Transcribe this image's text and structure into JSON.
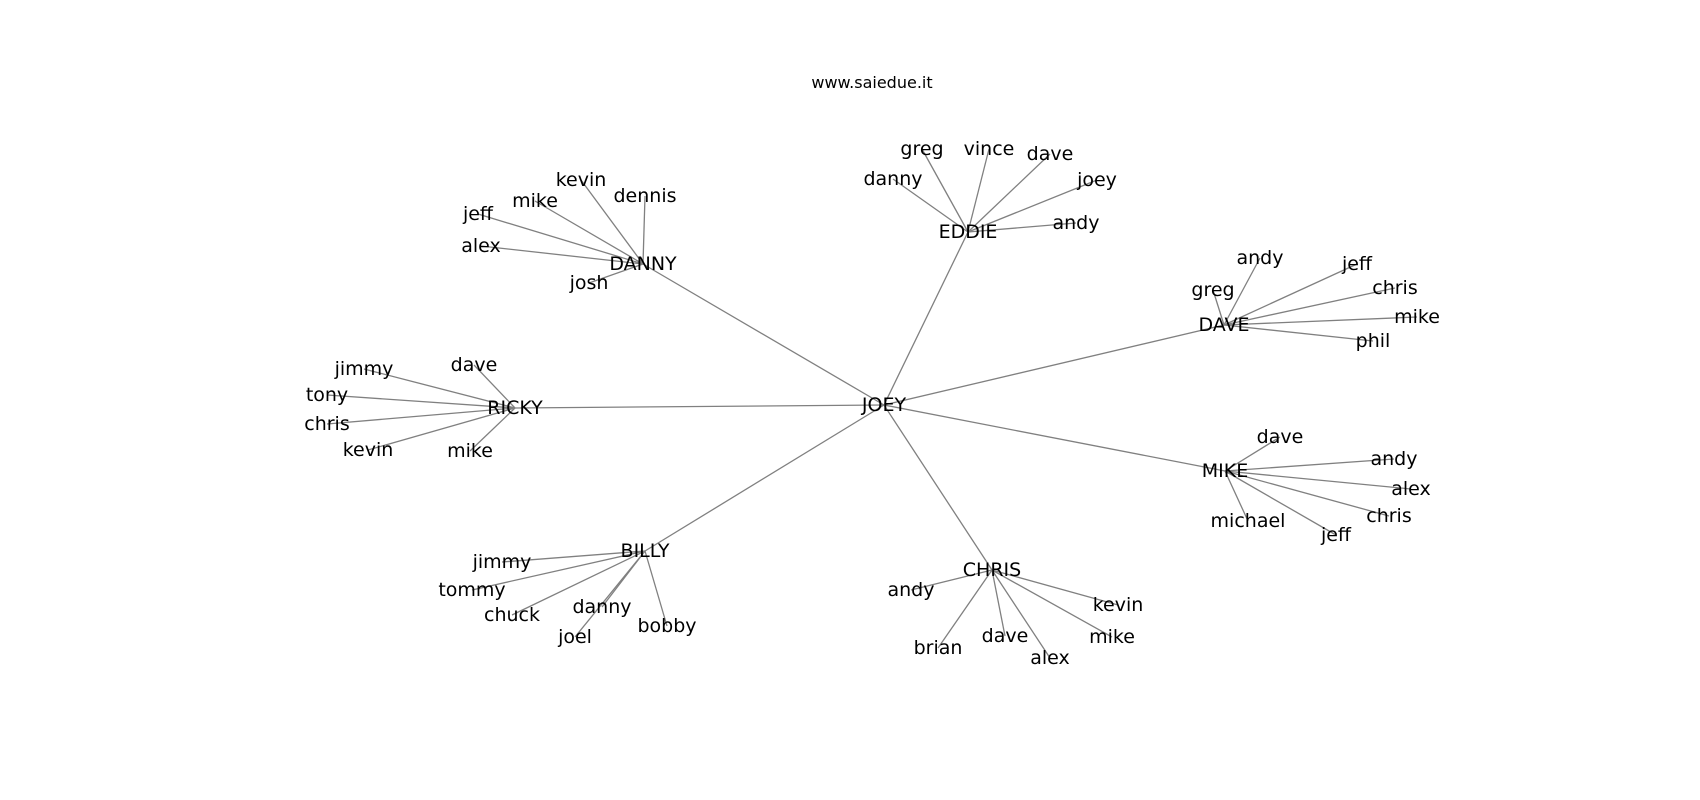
{
  "title": "www.saiedue.it",
  "edge_color": "#808080",
  "text_color": "#000000",
  "graph": {
    "center": "JOEY",
    "groups": [
      {
        "hub": "EDDIE",
        "leaves": [
          "greg",
          "vince",
          "dave",
          "danny",
          "joey",
          "andy"
        ]
      },
      {
        "hub": "DANNY",
        "leaves": [
          "kevin",
          "mike",
          "dennis",
          "jeff",
          "alex",
          "josh"
        ]
      },
      {
        "hub": "DAVE",
        "leaves": [
          "andy",
          "jeff",
          "greg",
          "chris",
          "mike",
          "phil"
        ]
      },
      {
        "hub": "RICKY",
        "leaves": [
          "jimmy",
          "dave",
          "tony",
          "chris",
          "kevin",
          "mike"
        ]
      },
      {
        "hub": "MIKE",
        "leaves": [
          "dave",
          "andy",
          "alex",
          "chris",
          "michael",
          "jeff"
        ]
      },
      {
        "hub": "BILLY",
        "leaves": [
          "jimmy",
          "tommy",
          "chuck",
          "danny",
          "joel",
          "bobby"
        ]
      },
      {
        "hub": "CHRIS",
        "leaves": [
          "andy",
          "kevin",
          "mike",
          "dave",
          "brian",
          "alex"
        ]
      }
    ]
  }
}
